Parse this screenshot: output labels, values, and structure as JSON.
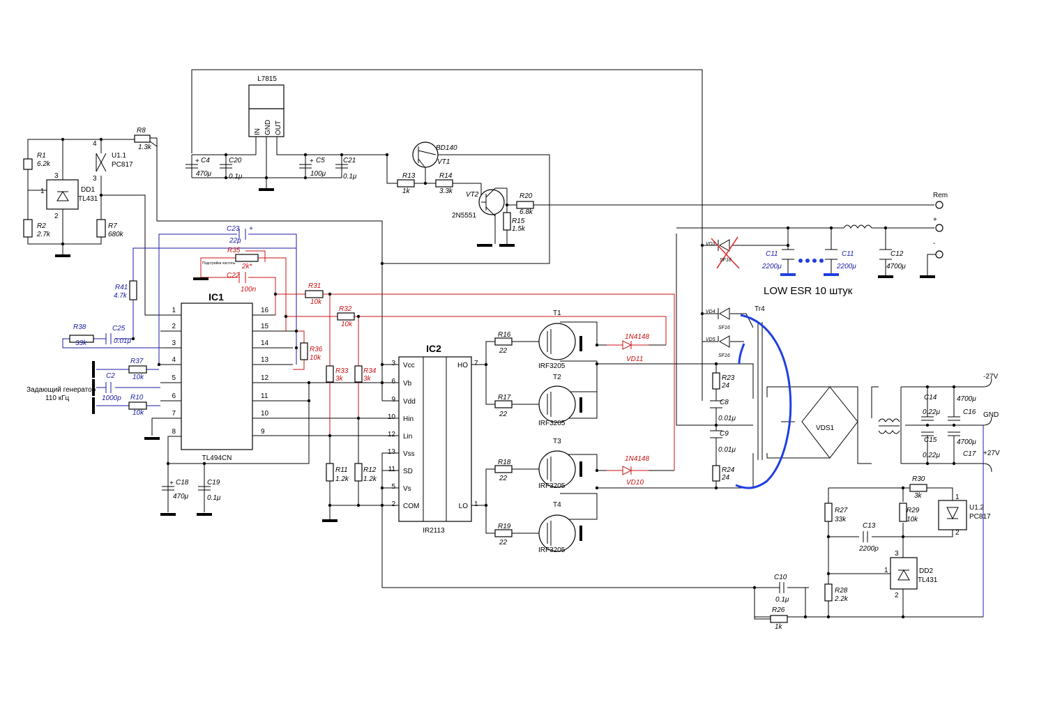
{
  "chips": {
    "ic1": {
      "name": "IC1",
      "part": "TL494CN"
    },
    "ic2": {
      "name": "IC2",
      "part": "IR2113"
    },
    "reg": {
      "name": "L7815",
      "pins": [
        "IN",
        "GND",
        "OUT"
      ]
    }
  },
  "ic1_pins_left": [
    "1",
    "2",
    "3",
    "4",
    "5",
    "6",
    "7",
    "8"
  ],
  "ic1_pins_right": [
    "16",
    "15",
    "14",
    "13",
    "12",
    "11",
    "10",
    "9"
  ],
  "ic2_left": [
    {
      "num": "3",
      "name": "Vcc"
    },
    {
      "num": "6",
      "name": "Vb"
    },
    {
      "num": "9",
      "name": "Vdd"
    },
    {
      "num": "10",
      "name": "Hin"
    },
    {
      "num": "12",
      "name": "Lin"
    },
    {
      "num": "13",
      "name": "Vss"
    },
    {
      "num": "11",
      "name": "SD"
    },
    {
      "num": "5",
      "name": "Vs"
    },
    {
      "num": "2",
      "name": "COM"
    }
  ],
  "ic2_right": [
    {
      "num": "7",
      "name": "HO"
    },
    {
      "num": "1",
      "name": "LO"
    }
  ],
  "opto": {
    "u11_name": "U1.1",
    "u11_part": "PC817",
    "u11_pins": [
      "4",
      "3"
    ],
    "u12_name": "U1.2",
    "u12_part": "PC817",
    "u12_pins": [
      "1",
      "2"
    ]
  },
  "ref": {
    "dd1_name": "DD1",
    "dd1_part": "TL431",
    "dd1_pins": [
      "3",
      "1",
      "2"
    ],
    "dd2_name": "DD2",
    "dd2_part": "TL431",
    "dd2_pins": [
      "3",
      "1",
      "2"
    ]
  },
  "resistors": {
    "r1": [
      "R1",
      "6.2k"
    ],
    "r2": [
      "R2",
      "2.7k"
    ],
    "r7": [
      "R7",
      "680k"
    ],
    "r8": [
      "R8",
      "1.3k"
    ],
    "r13": [
      "R13",
      "1k"
    ],
    "r14": [
      "R14",
      "3.3k"
    ],
    "r15": [
      "R15",
      "1.5k"
    ],
    "r20": [
      "R20",
      "6.8k"
    ],
    "r41": [
      "R41",
      "4.7k"
    ],
    "r38": [
      "R38",
      "33k"
    ],
    "r37": [
      "R37",
      "10k"
    ],
    "r10": [
      "R10",
      "10k"
    ],
    "r35": [
      "R35",
      "2k*"
    ],
    "r31": [
      "R31",
      "10k"
    ],
    "r32": [
      "R32",
      "10k"
    ],
    "r36": [
      "R36",
      "10k"
    ],
    "r33": [
      "R33",
      "3k"
    ],
    "r34": [
      "R34",
      "3k"
    ],
    "r11": [
      "R11",
      "1.2k"
    ],
    "r12": [
      "R12",
      "1.2k"
    ],
    "r16": [
      "R16",
      "22"
    ],
    "r17": [
      "R17",
      "22"
    ],
    "r18": [
      "R18",
      "22"
    ],
    "r19": [
      "R19",
      "22"
    ],
    "r23": [
      "R23",
      "24"
    ],
    "r24": [
      "R24",
      "24"
    ],
    "r30": [
      "R30",
      "3k"
    ],
    "r27": [
      "R27",
      "33k"
    ],
    "r29": [
      "R29",
      "10k"
    ],
    "r28": [
      "R28",
      "2.2k"
    ],
    "r26": [
      "R26",
      "1k"
    ]
  },
  "capacitors": {
    "c4": [
      "C4",
      "470μ"
    ],
    "c20": [
      "C20",
      "0.1μ"
    ],
    "c5": [
      "C5",
      "100μ"
    ],
    "c21": [
      "C21",
      "0.1μ"
    ],
    "c23": [
      "C23",
      "22μ"
    ],
    "c22": [
      "C22",
      "100n"
    ],
    "c25": [
      "C25",
      "0.01μ"
    ],
    "c2": [
      "C2",
      "1000p"
    ],
    "c18": [
      "C18",
      "470μ"
    ],
    "c19": [
      "C19",
      "0.1μ"
    ],
    "c8": [
      "C8",
      "0.01μ"
    ],
    "c9": [
      "C9",
      "0.01μ"
    ],
    "c11a": [
      "C11",
      "2200μ"
    ],
    "c11b": [
      "C11",
      "2200μ"
    ],
    "c12": [
      "C12",
      "4700μ"
    ],
    "c14": [
      "C14",
      "0.22μ"
    ],
    "c16": [
      "C16",
      "4700μ"
    ],
    "c15": [
      "C15",
      "0.22μ"
    ],
    "c17": [
      "C17",
      "4700μ"
    ],
    "c13": [
      "C13",
      "2200p"
    ],
    "c10": [
      "C10",
      "0.1μ"
    ]
  },
  "transistors": {
    "vt1": [
      "VT1",
      "BD140"
    ],
    "vt2": [
      "VT2",
      "2N5551"
    ],
    "t1": [
      "T1",
      "IRF3205"
    ],
    "t2": [
      "T2",
      "IRF3205"
    ],
    "t3": [
      "T3",
      "IRF3205"
    ],
    "t4": [
      "T4",
      "IRF3205"
    ]
  },
  "diodes": {
    "vd11": [
      "VD11",
      "1N4148"
    ],
    "vd10": [
      "VD10",
      "1N4148"
    ],
    "vd3": [
      "VD3",
      "SF16"
    ],
    "vd4": [
      "VD4",
      "SF16"
    ],
    "vd5": [
      "VD5",
      "SF16"
    ],
    "vds1": "VDS1"
  },
  "transformer": "Tr4",
  "terminals": {
    "rem": "Rem",
    "plus": "+",
    "minus": "-",
    "neg27": "-27V",
    "gnd": "GND",
    "pos27": "+27V"
  },
  "notes": {
    "generator_line1": "Задающий генератор",
    "generator_line2": "110 кГц",
    "r35_note": "Подстройка частоты",
    "low_esr": "LOW ESR 10 штук"
  },
  "colors": {
    "black": "#000000",
    "blue": "#1a1aa6",
    "red": "#cc1111",
    "marker_blue": "#1f3fe0"
  }
}
